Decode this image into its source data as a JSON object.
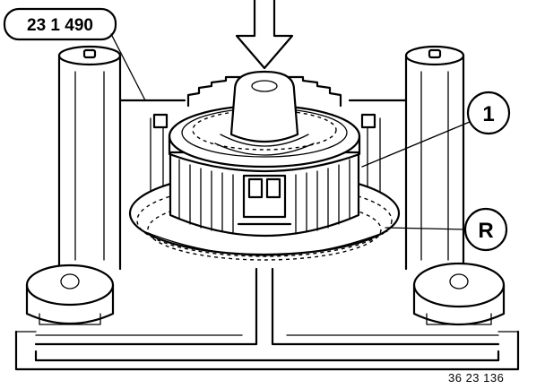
{
  "tool_label": "23 1 490",
  "callouts": {
    "part_1": "1",
    "part_r": "R"
  },
  "figure_number": "36 23 136",
  "icons": {
    "press_arrow": "arrow-down-icon"
  },
  "colors": {
    "ink": "#000000",
    "paper": "#ffffff"
  }
}
